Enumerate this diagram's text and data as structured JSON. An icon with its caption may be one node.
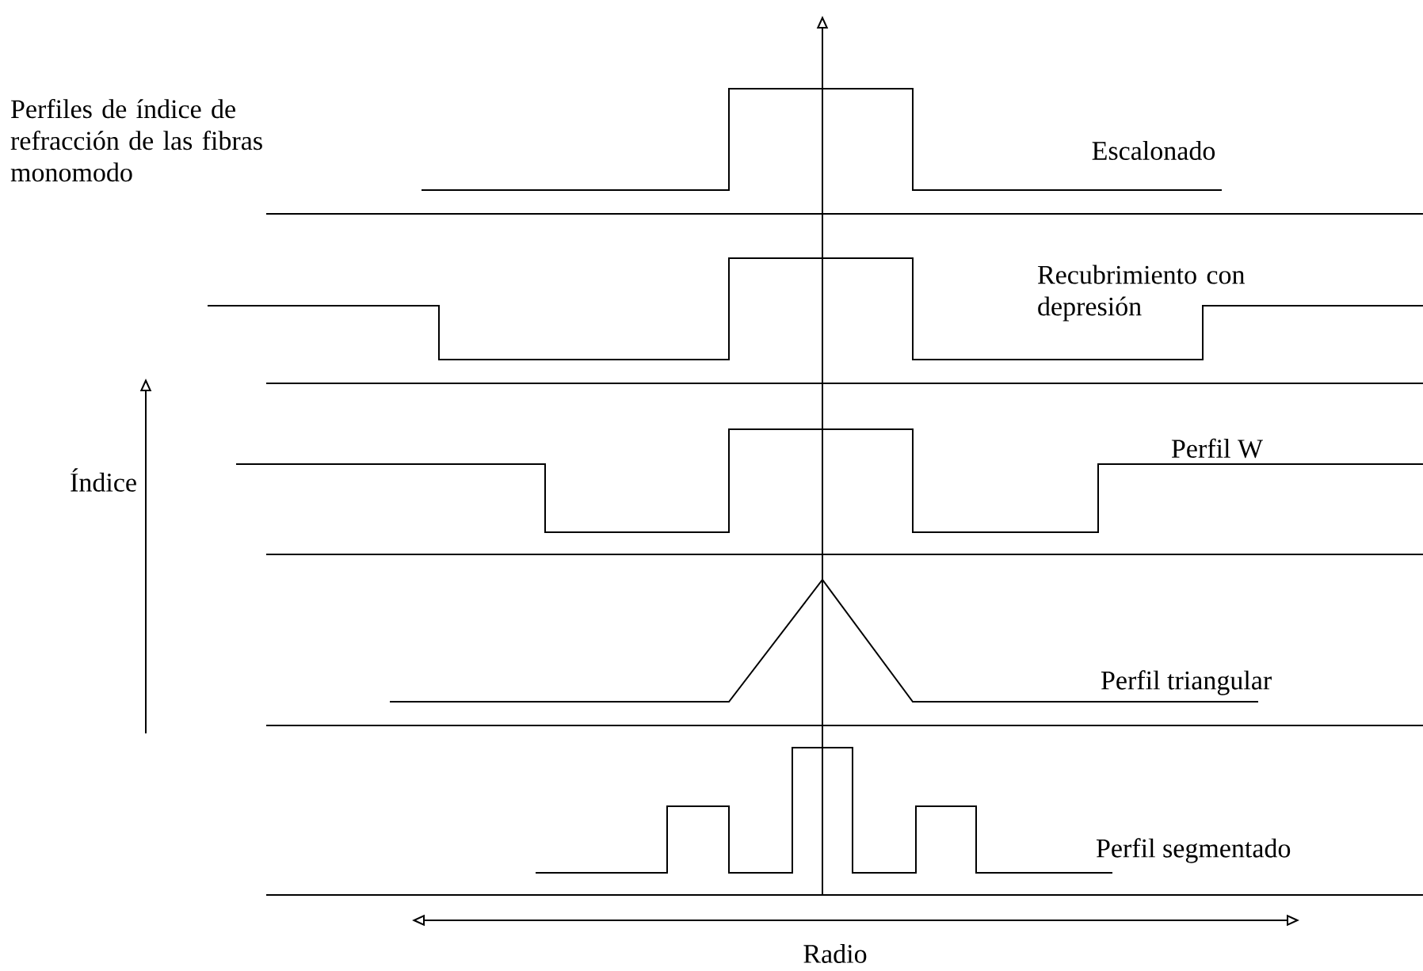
{
  "diagram": {
    "title": "Perfiles de índice de refracción de las fibras monomodo",
    "labels": [
      "Escalonado",
      "Recubrimiento con depresión",
      "Perfil W",
      "Índice",
      "Perfil triangular",
      "Perfil segmentado",
      "Radio"
    ]
  }
}
